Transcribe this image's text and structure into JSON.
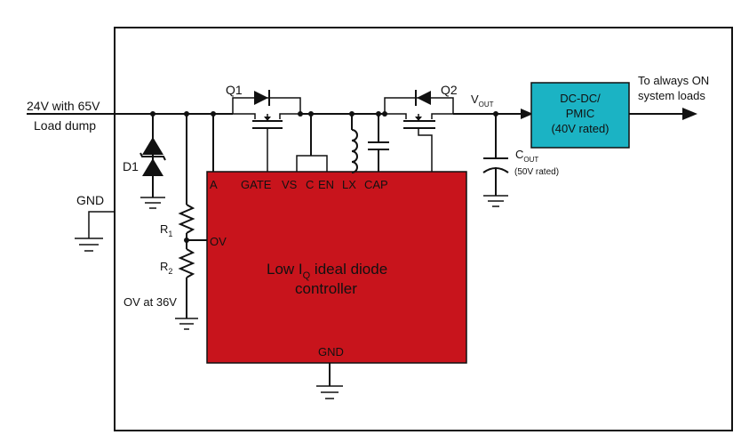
{
  "input": {
    "line1": "24V with 65V",
    "line2": "Load dump"
  },
  "gnd_input": "GND",
  "d1": "D1",
  "q1": "Q1",
  "q2": "Q2",
  "r1": {
    "main": "R",
    "sub": "1"
  },
  "r2": {
    "main": "R",
    "sub": "2"
  },
  "ov_note": "OV at 36V",
  "vout": {
    "main": "V",
    "sub": "OUT"
  },
  "cout": {
    "main": "C",
    "sub": "OUT",
    "rating": "(50V rated)"
  },
  "pmic": {
    "line1": "DC-DC/",
    "line2": "PMIC",
    "line3": "(40V rated)"
  },
  "load": {
    "line1": "To always ON",
    "line2": "system loads"
  },
  "controller": {
    "title_part1": "Low I",
    "title_sub": "Q",
    "title_part2": " ideal diode",
    "title_line2": "controller",
    "pins": {
      "a": "A",
      "gate": "GATE",
      "vs": "VS",
      "c": "C",
      "en": "EN",
      "lx": "LX",
      "cap": "CAP",
      "ov": "OV",
      "gnd": "GND"
    }
  },
  "colors": {
    "controller": "#c8141c",
    "pmic": "#1bb3c4",
    "wire": "#111111"
  }
}
